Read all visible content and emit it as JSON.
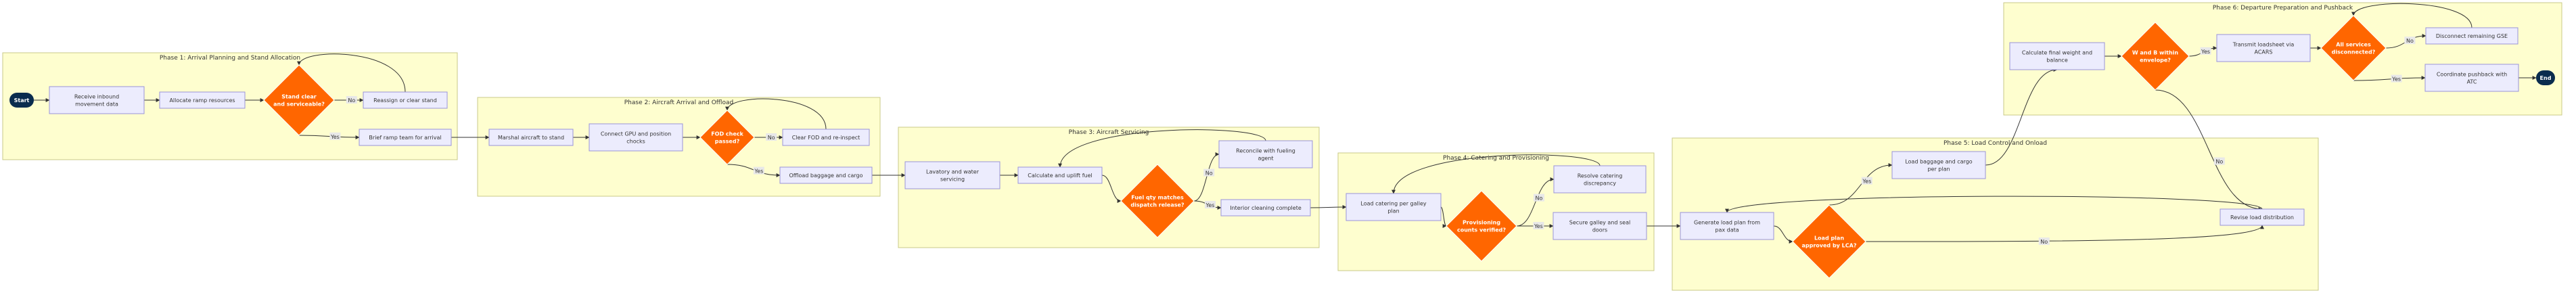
{
  "phases": [
    {
      "id": "p1",
      "title": "Phase 1: Arrival Planning and Stand Allocation"
    },
    {
      "id": "p2",
      "title": "Phase 2: Aircraft Arrival and Offload"
    },
    {
      "id": "p3",
      "title": "Phase 3: Aircraft Servicing"
    },
    {
      "id": "p4",
      "title": "Phase 4: Catering and Provisioning"
    },
    {
      "id": "p5",
      "title": "Phase 5: Load Control and Onload"
    },
    {
      "id": "p6",
      "title": "Phase 6: Departure Preparation and Pushback"
    }
  ],
  "nodes": [
    {
      "id": "start",
      "type": "terminal",
      "lines": [
        "Start"
      ]
    },
    {
      "id": "receive",
      "type": "process",
      "lines": [
        "Receive inbound",
        "movement data"
      ]
    },
    {
      "id": "allocate",
      "type": "process",
      "lines": [
        "Allocate ramp resources"
      ]
    },
    {
      "id": "stand_clear",
      "type": "decision",
      "lines": [
        "Stand clear",
        "and serviceable?"
      ]
    },
    {
      "id": "reassign",
      "type": "process",
      "lines": [
        "Reassign or clear stand"
      ]
    },
    {
      "id": "brief",
      "type": "process",
      "lines": [
        "Brief ramp team for arrival"
      ]
    },
    {
      "id": "marshal",
      "type": "process",
      "lines": [
        "Marshal aircraft to stand"
      ]
    },
    {
      "id": "connect",
      "type": "process",
      "lines": [
        "Connect GPU and position",
        "chocks"
      ]
    },
    {
      "id": "fod",
      "type": "decision",
      "lines": [
        "FOD check",
        "passed?"
      ]
    },
    {
      "id": "clear_fod",
      "type": "process",
      "lines": [
        "Clear FOD and re-inspect"
      ]
    },
    {
      "id": "offload",
      "type": "process",
      "lines": [
        "Offload baggage and cargo"
      ]
    },
    {
      "id": "lavatory",
      "type": "process",
      "lines": [
        "Lavatory and water",
        "servicing"
      ]
    },
    {
      "id": "calc_fuel",
      "type": "process",
      "lines": [
        "Calculate and uplift fuel"
      ]
    },
    {
      "id": "fuel_match",
      "type": "decision",
      "lines": [
        "Fuel qty matches",
        "dispatch release?"
      ]
    },
    {
      "id": "reconcile",
      "type": "process",
      "lines": [
        "Reconcile with fueling",
        "agent"
      ]
    },
    {
      "id": "interior",
      "type": "process",
      "lines": [
        "Interior cleaning complete"
      ]
    },
    {
      "id": "load_catering",
      "type": "process",
      "lines": [
        "Load catering per galley",
        "plan"
      ]
    },
    {
      "id": "prov_verified",
      "type": "decision",
      "lines": [
        "Provisioning",
        "counts verified?"
      ]
    },
    {
      "id": "resolve_catering",
      "type": "process",
      "lines": [
        "Resolve catering",
        "discrepancy"
      ]
    },
    {
      "id": "secure_galley",
      "type": "process",
      "lines": [
        "Secure galley and seal",
        "doors"
      ]
    },
    {
      "id": "gen_load",
      "type": "process",
      "lines": [
        "Generate load plan from",
        "pax data"
      ]
    },
    {
      "id": "load_approved",
      "type": "decision",
      "lines": [
        "Load plan",
        "approved by LCA?"
      ]
    },
    {
      "id": "load_bags",
      "type": "process",
      "lines": [
        "Load baggage and cargo",
        "per plan"
      ]
    },
    {
      "id": "revise",
      "type": "process",
      "lines": [
        "Revise load distribution"
      ]
    },
    {
      "id": "calc_weight",
      "type": "process",
      "lines": [
        "Calculate final weight and",
        "balance"
      ]
    },
    {
      "id": "wb_within",
      "type": "decision",
      "lines": [
        "W and B within",
        "envelope?"
      ]
    },
    {
      "id": "transmit",
      "type": "process",
      "lines": [
        "Transmit loadsheet via",
        "ACARS"
      ]
    },
    {
      "id": "all_doors",
      "type": "decision",
      "lines": [
        "All services",
        "disconnected?"
      ]
    },
    {
      "id": "disconnect",
      "type": "process",
      "lines": [
        "Disconnect remaining GSE"
      ]
    },
    {
      "id": "coordinate",
      "type": "process",
      "lines": [
        "Coordinate pushback with",
        "ATC"
      ]
    },
    {
      "id": "end",
      "type": "terminal",
      "lines": [
        "End"
      ]
    }
  ],
  "edges": [
    {
      "id": "e1",
      "from": "start",
      "to": "receive",
      "label": ""
    },
    {
      "id": "e2",
      "from": "receive",
      "to": "allocate",
      "label": ""
    },
    {
      "id": "e3",
      "from": "allocate",
      "to": "stand_clear",
      "label": ""
    },
    {
      "id": "e4",
      "from": "stand_clear",
      "to": "reassign",
      "label": "No"
    },
    {
      "id": "e5",
      "from": "reassign",
      "to": "stand_clear",
      "label": ""
    },
    {
      "id": "e6",
      "from": "stand_clear",
      "to": "brief",
      "label": "Yes"
    },
    {
      "id": "e7",
      "from": "brief",
      "to": "marshal",
      "label": ""
    },
    {
      "id": "e8",
      "from": "marshal",
      "to": "connect",
      "label": ""
    },
    {
      "id": "e9",
      "from": "connect",
      "to": "fod",
      "label": ""
    },
    {
      "id": "e10",
      "from": "fod",
      "to": "clear_fod",
      "label": "No"
    },
    {
      "id": "e11",
      "from": "clear_fod",
      "to": "fod",
      "label": ""
    },
    {
      "id": "e12",
      "from": "fod",
      "to": "offload",
      "label": "Yes"
    },
    {
      "id": "e13",
      "from": "offload",
      "to": "lavatory",
      "label": ""
    },
    {
      "id": "e14",
      "from": "lavatory",
      "to": "calc_fuel",
      "label": ""
    },
    {
      "id": "e15",
      "from": "calc_fuel",
      "to": "fuel_match",
      "label": ""
    },
    {
      "id": "e16",
      "from": "fuel_match",
      "to": "reconcile",
      "label": "No"
    },
    {
      "id": "e17",
      "from": "reconcile",
      "to": "calc_fuel",
      "label": ""
    },
    {
      "id": "e18",
      "from": "fuel_match",
      "to": "interior",
      "label": "Yes"
    },
    {
      "id": "e19",
      "from": "interior",
      "to": "load_catering",
      "label": ""
    },
    {
      "id": "e20",
      "from": "load_catering",
      "to": "prov_verified",
      "label": ""
    },
    {
      "id": "e21",
      "from": "prov_verified",
      "to": "resolve_catering",
      "label": "No"
    },
    {
      "id": "e22",
      "from": "resolve_catering",
      "to": "load_catering",
      "label": ""
    },
    {
      "id": "e23",
      "from": "prov_verified",
      "to": "secure_galley",
      "label": "Yes"
    },
    {
      "id": "e24",
      "from": "secure_galley",
      "to": "gen_load",
      "label": ""
    },
    {
      "id": "e25",
      "from": "gen_load",
      "to": "load_approved",
      "label": ""
    },
    {
      "id": "e26",
      "from": "load_approved",
      "to": "load_bags",
      "label": "Yes"
    },
    {
      "id": "e27",
      "from": "load_approved",
      "to": "revise",
      "label": "No"
    },
    {
      "id": "e28",
      "from": "revise",
      "to": "gen_load",
      "label": ""
    },
    {
      "id": "e29",
      "from": "load_bags",
      "to": "calc_weight",
      "label": ""
    },
    {
      "id": "e30",
      "from": "calc_weight",
      "to": "wb_within",
      "label": ""
    },
    {
      "id": "e31",
      "from": "wb_within",
      "to": "transmit",
      "label": "Yes"
    },
    {
      "id": "e32",
      "from": "wb_within",
      "to": "revise",
      "label": "No"
    },
    {
      "id": "e33",
      "from": "transmit",
      "to": "all_doors",
      "label": ""
    },
    {
      "id": "e34",
      "from": "all_doors",
      "to": "disconnect",
      "label": "No"
    },
    {
      "id": "e35",
      "from": "disconnect",
      "to": "all_doors",
      "label": ""
    },
    {
      "id": "e36",
      "from": "all_doors",
      "to": "coordinate",
      "label": "Yes"
    },
    {
      "id": "e37",
      "from": "coordinate",
      "to": "end",
      "label": ""
    }
  ],
  "colors": {
    "phase_fill": "#fefecf",
    "process_fill": "#ececfd",
    "process_border": "#9a94d8",
    "decision_fill": "#ff6600",
    "terminal_fill": "#0a2c4e",
    "edge": "#333333"
  }
}
